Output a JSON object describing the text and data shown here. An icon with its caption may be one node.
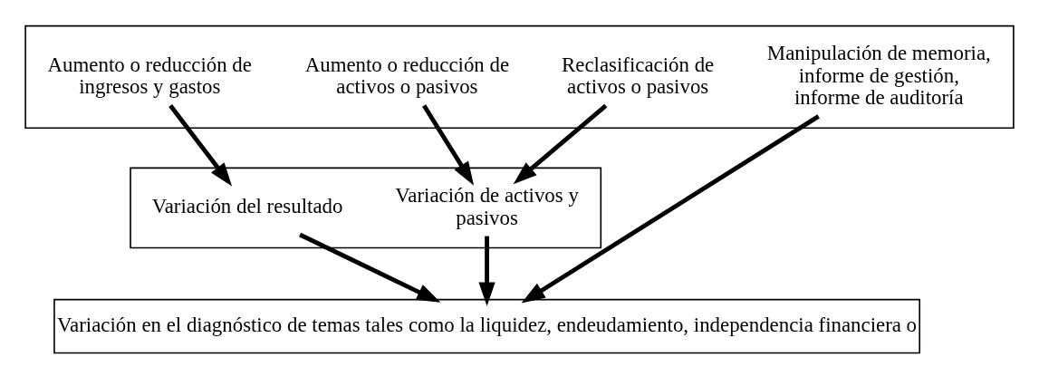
{
  "diagram": {
    "nodes": [
      {
        "text": [],
        "shape": "box"
      },
      {
        "text": [
          "Aumento o reducción de ingresos y gastos"
        ],
        "in": 0
      },
      {
        "text": [
          "Aumento o reducción de activos o pasivos"
        ],
        "in": 0
      },
      {
        "text": [
          "Reclasificación de activos o pasivos"
        ],
        "in": 0
      },
      {
        "text": [
          "Manipulación de memoria, informe de gestión, informe de auditoría"
        ],
        "in": 0
      },
      {
        "text": [],
        "shape": "box"
      },
      {
        "text": [
          "Variación del resultado"
        ],
        "in": 5
      },
      {
        "text": [
          "Variación de activos y pasivos"
        ],
        "in": 5
      },
      {
        "text": [
          "Variación en el diagnóstico de temas tales como la liquidez, endeudamiento, independencia financiera o"
        ]
      }
    ],
    "edges": [
      {
        "from": 1,
        "to": 6,
        "arrow": "to"
      },
      {
        "from": 2,
        "to": 7,
        "arrow": "to"
      },
      {
        "from": 3,
        "to": 7,
        "arrow": "to"
      },
      {
        "from": 6,
        "to": 8,
        "arrow": "to"
      },
      {
        "from": 7,
        "to": 8,
        "arrow": "to"
      },
      {
        "from": 4,
        "to": 8,
        "arrow": "to"
      }
    ]
  }
}
